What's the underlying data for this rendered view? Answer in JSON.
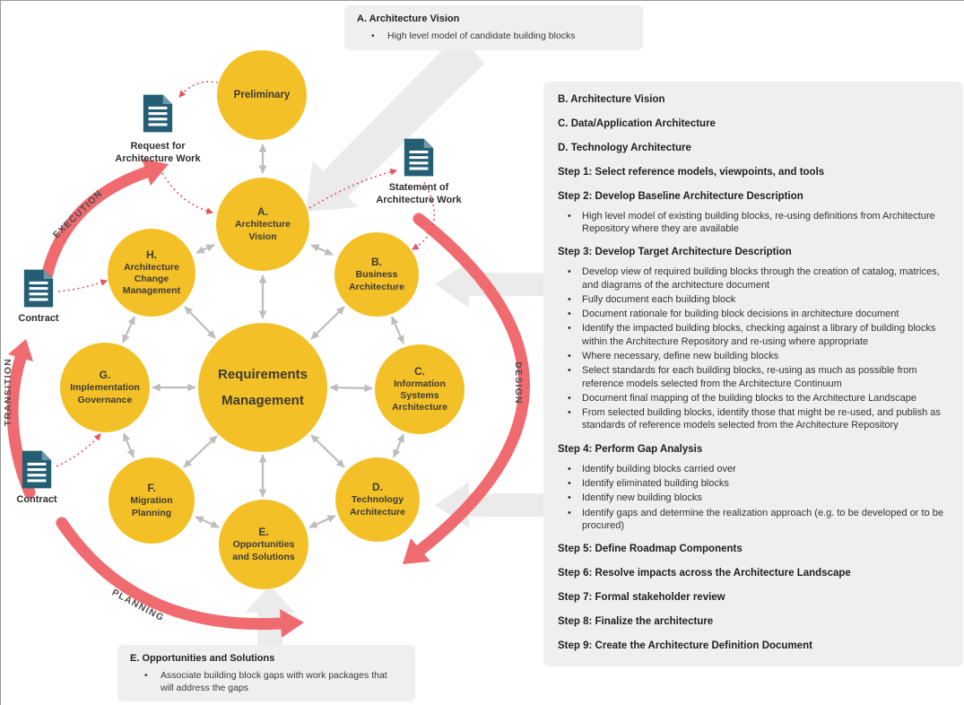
{
  "colors": {
    "phase_circle": "#F3C127",
    "cycle_arc": "#F06B70",
    "document_icon": "#235E74",
    "panel_background": "#EFEFEF",
    "dotted_connector": "#E25663",
    "gray_connector": "#BDBDBD"
  },
  "callout_top": {
    "title": "A. Architecture Vision",
    "bullet": "High level model of candidate building blocks"
  },
  "callout_bottom": {
    "title": "E. Opportunities and Solutions",
    "bullet": "Associate building block gaps with work packages that will address the gaps"
  },
  "diagram": {
    "center": {
      "line1": "Requirements",
      "line2": "Management"
    },
    "circles": {
      "preliminary": {
        "label": "Preliminary"
      },
      "a": {
        "letter": "A.",
        "line1": "Architecture",
        "line2": "Vision"
      },
      "b": {
        "letter": "B.",
        "line1": "Business",
        "line2": "Architecture"
      },
      "c": {
        "letter": "C.",
        "line1": "Information",
        "line2": "Systems",
        "line3": "Architecture"
      },
      "d": {
        "letter": "D.",
        "line1": "Technology",
        "line2": "Architecture"
      },
      "e": {
        "letter": "E.",
        "line1": "Opportunities",
        "line2": "and Solutions"
      },
      "f": {
        "letter": "F.",
        "line1": "Migration",
        "line2": "Planning"
      },
      "g": {
        "letter": "G.",
        "line1": "Implementation",
        "line2": "Governance"
      },
      "h": {
        "letter": "H.",
        "line1": "Architecture",
        "line2": "Change",
        "line3": "Management"
      }
    },
    "documents": {
      "request": {
        "line1": "Request for",
        "line2": "Architecture Work"
      },
      "statement": {
        "line1": "Statement of",
        "line2": "Architecture Work"
      },
      "contract_top": {
        "label": "Contract"
      },
      "contract_bottom": {
        "label": "Contract"
      }
    },
    "ring": {
      "execution": "EXECUTION",
      "transition": "TRANSITION",
      "planning": "PLANNING",
      "design": "DESIGN"
    }
  },
  "panel": {
    "intro_headings": [
      "B. Architecture Vision",
      "C. Data/Application Architecture",
      "D. Technology Architecture"
    ],
    "step1": "Step 1: Select reference models, viewpoints, and tools",
    "step2": "Step 2: Develop Baseline Architecture Description",
    "step2_bullets": [
      "High level model of existing building blocks, re-using definitions from Architecture Repository where they are available"
    ],
    "step3": "Step 3: Develop Target Architecture Description",
    "step3_bullets": [
      "Develop view of required building blocks through the creation of catalog, matrices, and diagrams of the architecture document",
      "Fully document each building block",
      "Document rationale for building block decisions in architecture document",
      "Identify the impacted building blocks, checking against a library of building blocks within the Architecture Repository and re-using where appropriate",
      "Where necessary, define new building blocks",
      "Select standards for each building blocks, re-using as much as possible from reference models selected from the Architecture Continuum",
      "Document final mapping of the building blocks to the Architecture Landscape",
      "From selected building blocks, identify those that might be re-used, and publish as standards of reference models selected from the Architecture Repository"
    ],
    "step4": "Step 4: Perform Gap Analysis",
    "step4_bullets": [
      "Identify building blocks carried over",
      "Identify eliminated building blocks",
      "Identify new building blocks",
      "Identify gaps and determine the realization approach (e.g. to be developed or to be procured)"
    ],
    "step5": "Step 5: Define Roadmap Components",
    "step6": "Step 6: Resolve impacts across the Architecture Landscape",
    "step7": "Step 7: Formal stakeholder review",
    "step8": "Step 8: Finalize the architecture",
    "step9": "Step 9: Create the Architecture Definition Document"
  }
}
